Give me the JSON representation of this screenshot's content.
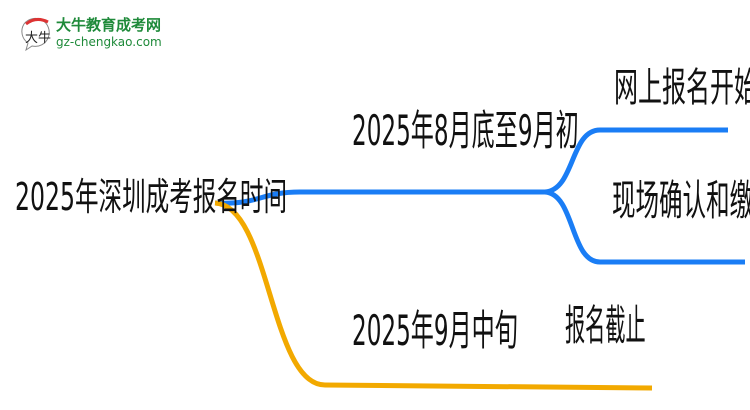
{
  "logo": {
    "brand": "大牛教育成考网",
    "url": "gz-chengkao.com",
    "mark_text": "大牛"
  },
  "root": {
    "label": "2025年深圳成考报名时间"
  },
  "branches": [
    {
      "label": "2025年8月底至9月初",
      "color": "#1a7df5",
      "children": [
        {
          "label": "网上报名开始"
        },
        {
          "label": "现场确认和缴费"
        }
      ]
    },
    {
      "label": "2025年9月中旬",
      "color": "#f2a900",
      "children": [
        {
          "label": "报名截止"
        }
      ]
    }
  ]
}
